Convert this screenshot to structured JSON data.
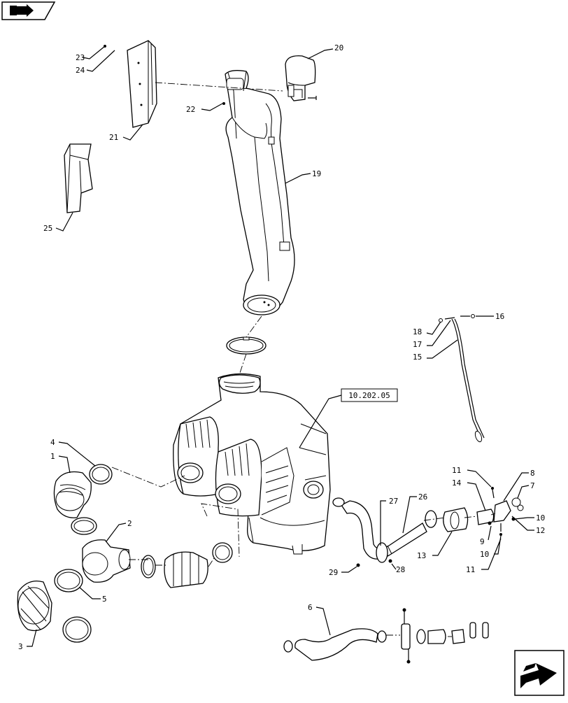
{
  "nav": {
    "prev_button_icon": "arrow-left-icon",
    "next_button_icon": "arrow-right-icon"
  },
  "reference_box": "10.202.05",
  "callouts": {
    "c1": "1",
    "c2": "2",
    "c3": "3",
    "c4": "4",
    "c5": "5",
    "c6": "6",
    "c7": "7",
    "c8": "8",
    "c9": "9",
    "c10a": "10",
    "c10b": "10",
    "c11a": "11",
    "c11b": "11",
    "c12": "12",
    "c13": "13",
    "c14": "14",
    "c15": "15",
    "c16": "16",
    "c17": "17",
    "c18": "18",
    "c19": "19",
    "c20": "20",
    "c21": "21",
    "c22": "22",
    "c23": "23",
    "c24": "24",
    "c25": "25",
    "c26": "26",
    "c27": "27",
    "c28": "28",
    "c29": "29"
  }
}
